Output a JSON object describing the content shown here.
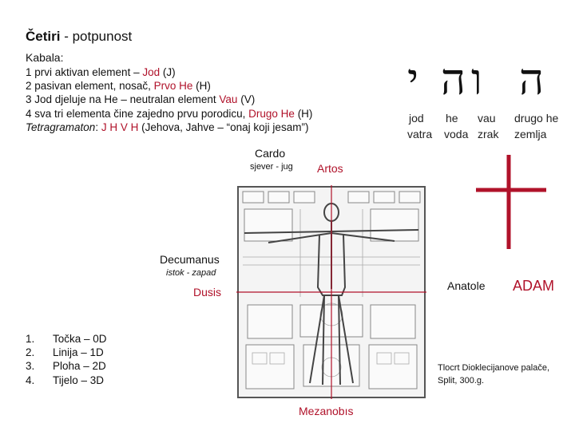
{
  "title": {
    "bold": "Četiri",
    "rest": " - potpunost"
  },
  "kabala_label": "Kabala:",
  "lines": [
    {
      "a": "1 prvi aktivan element – ",
      "r": "Jod",
      "b": " (J)"
    },
    {
      "a": "2 pasivan element, nosač, ",
      "r": "Prvo He",
      "b": " (H)"
    },
    {
      "a": "3 Jod djeluje na He – neutralan element ",
      "r": "Vau",
      "b": " (V)"
    },
    {
      "a": "4 sva tri elementa čine zajedno prvu porodicu, ",
      "r": "Drugo He",
      "b": " (H)"
    }
  ],
  "tetra": {
    "label": "Tetragramaton",
    "rest1": ": ",
    "letters": "J H V H",
    "rest2": " (Jehova, Jahve – “onaj koji jesam”)"
  },
  "hebrew": {
    "glyphs": [
      "ה",
      "ו",
      "ה",
      "י"
    ],
    "labels_top": [
      "jod",
      "he",
      "vau",
      "drugo he"
    ],
    "labels_bottom": [
      "vatra",
      "voda",
      "zrak",
      "zemlja"
    ]
  },
  "diagram": {
    "cardo": "Cardo",
    "cardo_sub": "sjever - jug",
    "artos": "Artos",
    "decumanus": "Decumanus",
    "decumanus_sub": "istok - zapad",
    "dusis": "Dusis",
    "anatole": "Anatole",
    "adam": "ADAM",
    "mezanobis": "Mezanobıs",
    "caption_line1": "Tlocrt Dioklecijanove palače,",
    "caption_line2": "Split, 300.g."
  },
  "numbered": [
    {
      "n": "1.",
      "t": "Točka – 0D"
    },
    {
      "n": "2.",
      "t": "Linija –  1D"
    },
    {
      "n": "3.",
      "t": "Ploha – 2D"
    },
    {
      "n": "4.",
      "t": "Tijelo –  3D"
    }
  ],
  "colors": {
    "accent_red": "#b0122a"
  }
}
